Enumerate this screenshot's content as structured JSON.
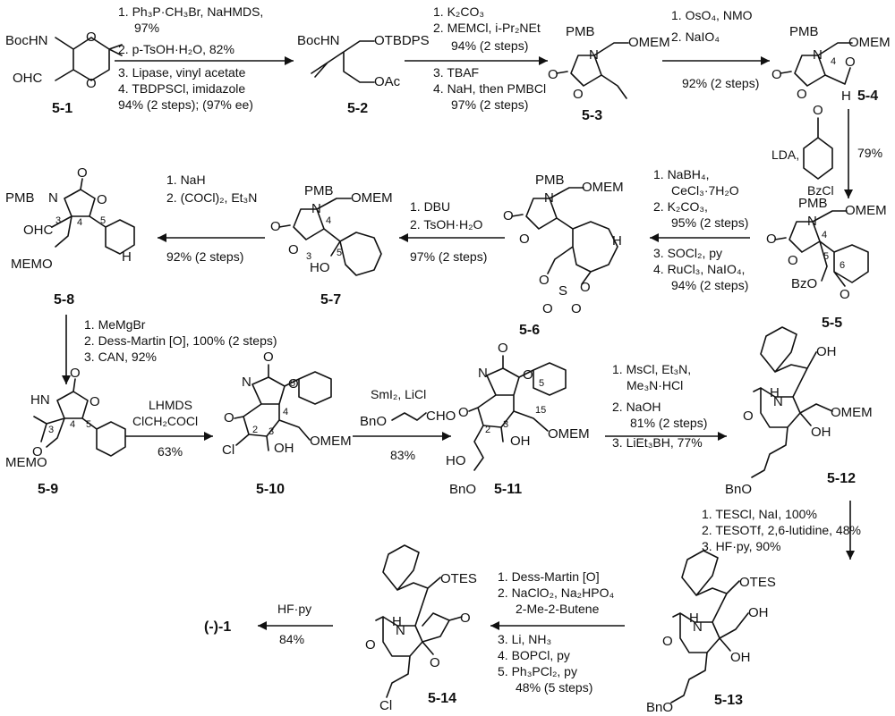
{
  "compounds": {
    "c1": "5-1",
    "c2": "5-2",
    "c3": "5-3",
    "c4": "5-4",
    "c5": "5-5",
    "c6": "5-6",
    "c7": "5-7",
    "c8": "5-8",
    "c9": "5-9",
    "c10": "5-10",
    "c11": "5-11",
    "c12": "5-12",
    "c13": "5-13",
    "c14": "5-14",
    "final": "(-)-1"
  },
  "atoms": {
    "bochn": "BocHN",
    "ohc": "OHC",
    "o": "O",
    "otbdps": "OTBDPS",
    "oac": "OAc",
    "pmb": "PMB",
    "n": "N",
    "omem": "OMEM",
    "h": "H",
    "ho": "HO",
    "bzo": "BzO",
    "s": "S",
    "memo": "MEMO",
    "hn": "HN",
    "cl": "Cl",
    "oh": "OH",
    "bno": "BnO",
    "otes": "OTES",
    "cho": "CHO"
  },
  "steps": {
    "s1": [
      "1. Ph₃P·CH₃Br, NaHMDS,",
      "97%",
      "2. p-TsOH·H₂O, 82%",
      "3. Lipase, vinyl acetate",
      "4. TBDPSCl, imidazole",
      "94% (2 steps); (97% ee)"
    ],
    "s2": [
      "1. K₂CO₃",
      "2. MEMCl, i-Pr₂NEt",
      "94% (2 steps)",
      "3. TBAF",
      "4. NaH, then PMBCl",
      "97% (2 steps)"
    ],
    "s3": [
      "1. OsO₄, NMO",
      "2. NaIO₄",
      "92% (2 steps)"
    ],
    "s4": [
      "LDA,",
      "BzCl",
      "79%"
    ],
    "s5": [
      "1. NaBH₄,",
      "CeCl₃·7H₂O",
      "2. K₂CO₃,",
      "95% (2 steps)",
      "3. SOCl₂, py",
      "4. RuCl₃, NaIO₄,",
      "94% (2 steps)"
    ],
    "s6": [
      "1. DBU",
      "2. TsOH·H₂O",
      "97% (2 steps)"
    ],
    "s7": [
      "1. NaH",
      "2. (COCl)₂, Et₃N",
      "92% (2 steps)"
    ],
    "s8": [
      "1. MeMgBr",
      "2. Dess-Martin [O], 100% (2 steps)",
      "3. CAN, 92%"
    ],
    "s9": [
      "LHMDS",
      "ClCH₂COCl",
      "63%"
    ],
    "s10": [
      "SmI₂, LiCl",
      "83%"
    ],
    "s11": [
      "1. MsCl, Et₃N,",
      "Me₃N·HCl",
      "2. NaOH",
      "81% (2 steps)",
      "3. LiEt₃BH, 77%"
    ],
    "s12": [
      "1. TESCl, NaI, 100%",
      "2. TESOTf, 2,6-lutidine, 48%",
      "3. HF·py, 90%"
    ],
    "s13": [
      "1. Dess-Martin [O]",
      "2. NaClO₂, Na₂HPO₄",
      "2-Me-2-Butene",
      "3. Li, NH₃",
      "4. BOPCl, py",
      "5. Ph₃PCl₂, py",
      "48% (5 steps)"
    ],
    "s14": [
      "HF·py",
      "84%"
    ]
  },
  "locants": {
    "n2": "2",
    "n3": "3",
    "n4": "4",
    "n5": "5",
    "n6": "6",
    "n15": "15"
  }
}
